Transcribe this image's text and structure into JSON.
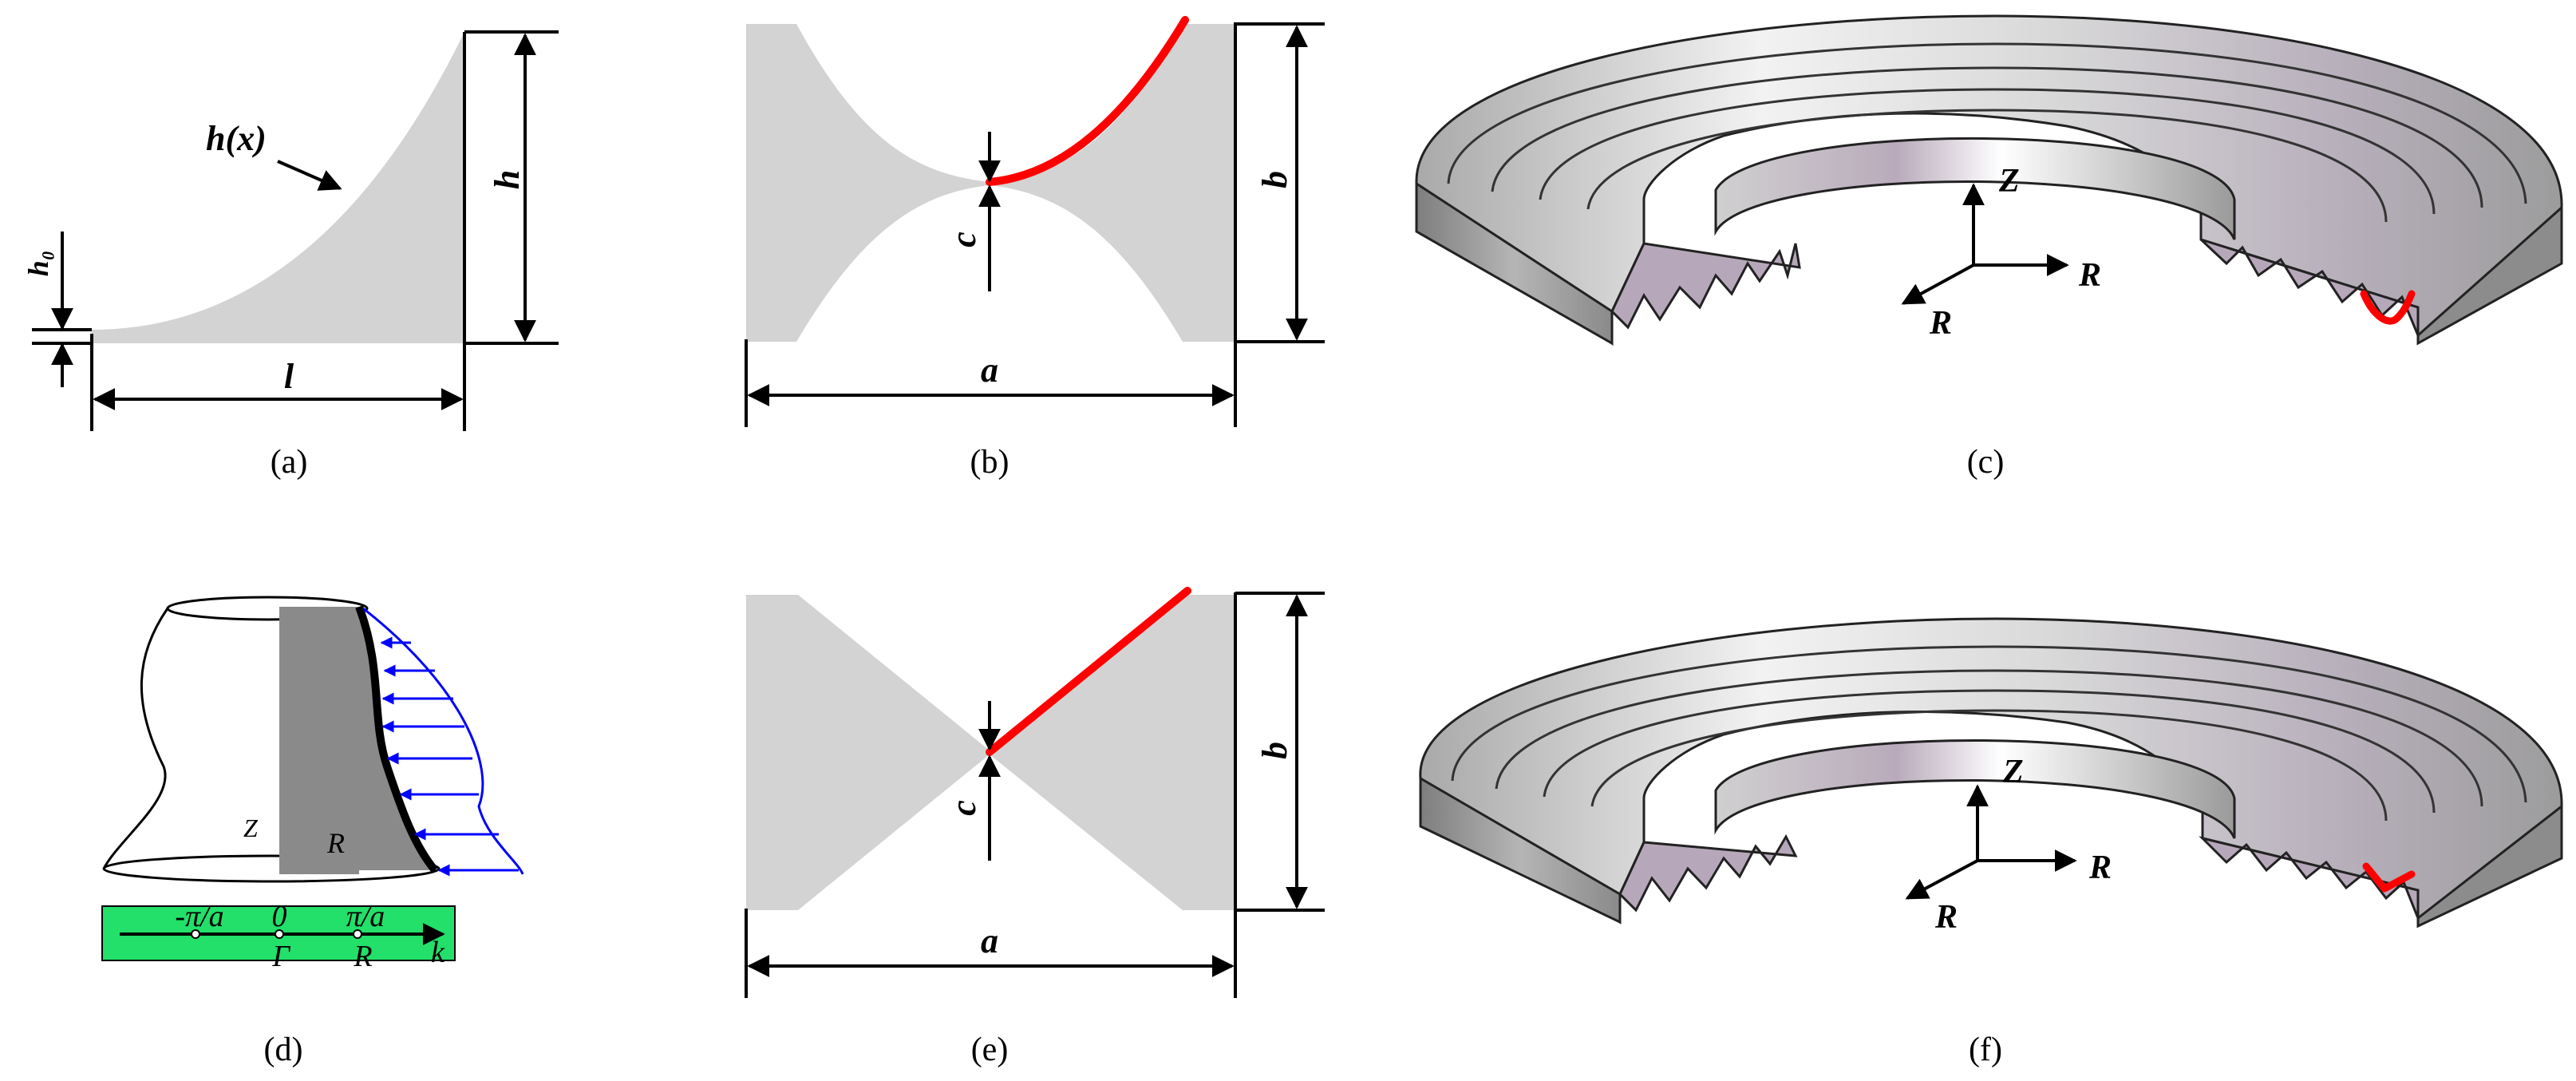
{
  "panels": {
    "a": {
      "caption": "(a)",
      "curve_label": "h(x)",
      "base_label": "h₀",
      "height_label": "h",
      "length_label": "l"
    },
    "b": {
      "caption": "(b)",
      "gap_label": "c",
      "height_label": "b",
      "width_label": "a"
    },
    "c": {
      "caption": "(c)",
      "axis_z": "Z",
      "axis_r_right": "R",
      "axis_r_left": "R"
    },
    "d": {
      "caption": "(d)",
      "axis_z": "Z",
      "axis_r": "R",
      "tick_neg": "-π/a",
      "tick_zero": "0",
      "tick_pos": "π/a",
      "point_gamma": "Γ",
      "point_r": "R",
      "axis_k": "k"
    },
    "e": {
      "caption": "(e)",
      "gap_label": "c",
      "height_label": "b",
      "width_label": "a"
    },
    "f": {
      "caption": "(f)",
      "axis_z": "Z",
      "axis_r_right": "R",
      "axis_r_left": "R"
    }
  },
  "colors": {
    "profile_fill": "#d3d3d3",
    "highlight": "#ff0000",
    "pressure": "#0000ff",
    "band": "#22e06a",
    "gray_panel": "#8a8a8a",
    "metal_light": "#f0f0f0",
    "metal_dark": "#8c8c8c"
  }
}
